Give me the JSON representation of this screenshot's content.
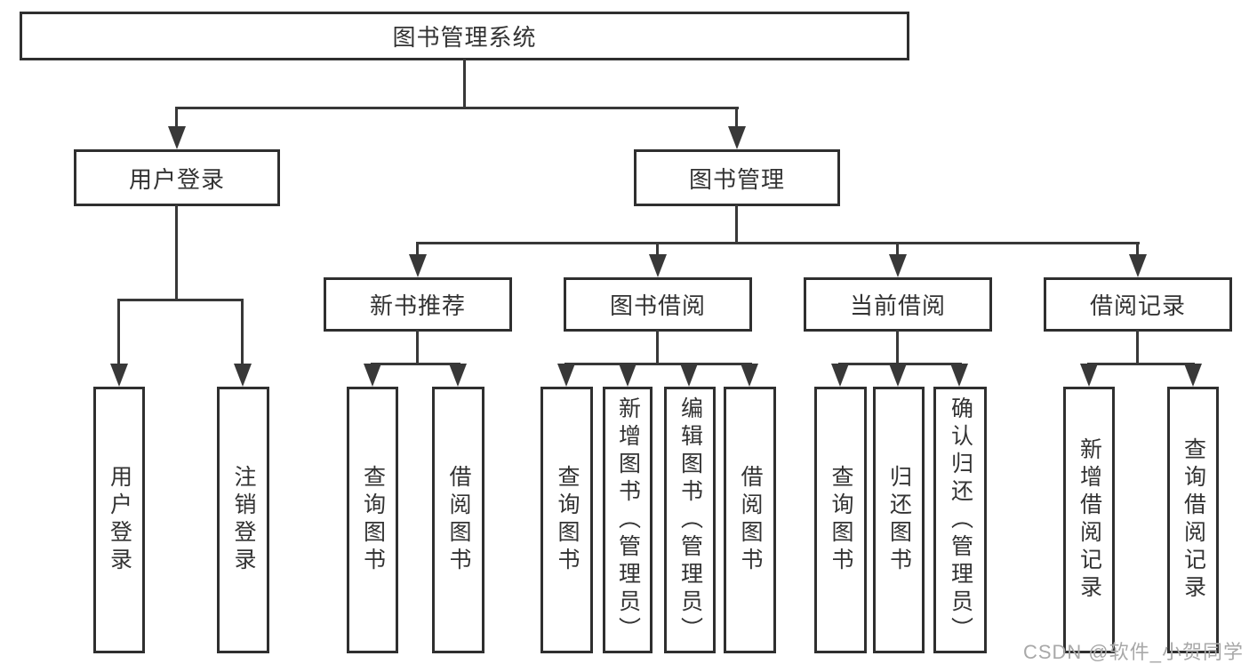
{
  "colors": {
    "line": "#383838",
    "box_border": "#2f2f2f",
    "text": "#333333",
    "watermark": "#a8a8a8",
    "background": "#ffffff"
  },
  "root": {
    "label": "图书管理系统"
  },
  "level2": {
    "user_login": {
      "label": "用户登录"
    },
    "book_management": {
      "label": "图书管理"
    }
  },
  "level3": {
    "new_book_recommend": {
      "label": "新书推荐"
    },
    "book_borrow": {
      "label": "图书借阅"
    },
    "current_borrow": {
      "label": "当前借阅"
    },
    "borrow_records": {
      "label": "借阅记录"
    }
  },
  "leaves": {
    "user_login": [
      "用户登录",
      "注销登录"
    ],
    "new_book_recommend": [
      "查询图书",
      "借阅图书"
    ],
    "book_borrow": [
      "查询图书",
      "新增图书（管理员）",
      "编辑图书（管理员）",
      "借阅图书"
    ],
    "current_borrow": [
      "查询图书",
      "归还图书",
      "确认归还（管理员）"
    ],
    "borrow_records": [
      "新增借阅记录",
      "查询借阅记录"
    ]
  },
  "watermark": "CSDN @软件_小贺同学"
}
